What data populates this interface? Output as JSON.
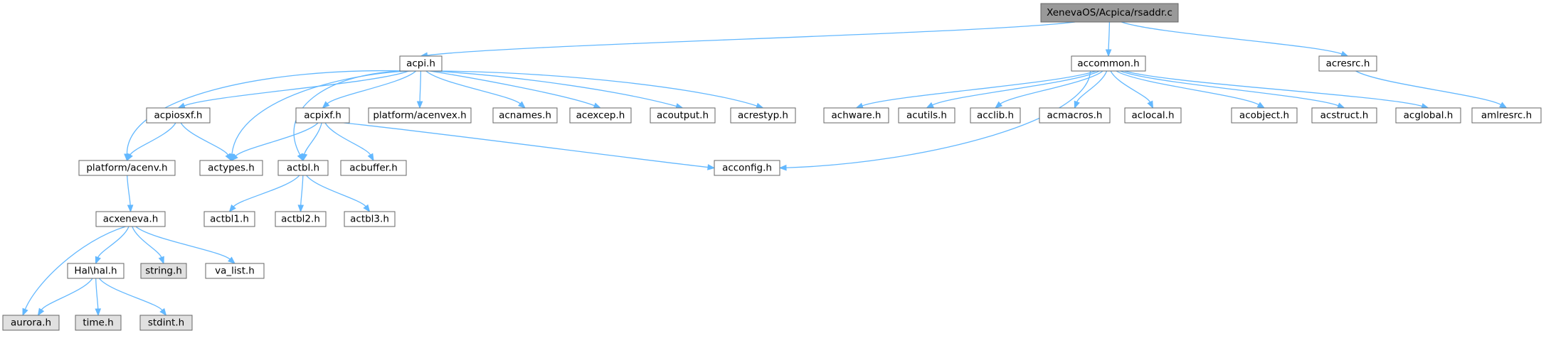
{
  "graph": {
    "root": "XenevaOS/Acpica/rsaddr.c",
    "colors": {
      "root_fill": "#999999",
      "node_fill": "#ffffff",
      "external_fill": "#e0e0e0",
      "border": "#666666",
      "edge": "#63b8ff"
    },
    "nodes": [
      {
        "id": "rsaddr",
        "label": "XenevaOS/Acpica/rsaddr.c",
        "kind": "root"
      },
      {
        "id": "acpi",
        "label": "acpi.h",
        "kind": "normal"
      },
      {
        "id": "accommon",
        "label": "accommon.h",
        "kind": "normal"
      },
      {
        "id": "acresrc",
        "label": "acresrc.h",
        "kind": "normal"
      },
      {
        "id": "acpiosxf",
        "label": "acpiosxf.h",
        "kind": "normal"
      },
      {
        "id": "acpixf",
        "label": "acpixf.h",
        "kind": "normal"
      },
      {
        "id": "acenvex",
        "label": "platform/acenvex.h",
        "kind": "normal"
      },
      {
        "id": "acnames",
        "label": "acnames.h",
        "kind": "normal"
      },
      {
        "id": "acexcep",
        "label": "acexcep.h",
        "kind": "normal"
      },
      {
        "id": "acoutput",
        "label": "acoutput.h",
        "kind": "normal"
      },
      {
        "id": "acrestyp",
        "label": "acrestyp.h",
        "kind": "normal"
      },
      {
        "id": "achware",
        "label": "achware.h",
        "kind": "normal"
      },
      {
        "id": "acutils",
        "label": "acutils.h",
        "kind": "normal"
      },
      {
        "id": "acclib",
        "label": "acclib.h",
        "kind": "normal"
      },
      {
        "id": "acmacros",
        "label": "acmacros.h",
        "kind": "normal"
      },
      {
        "id": "aclocal",
        "label": "aclocal.h",
        "kind": "normal"
      },
      {
        "id": "acobject",
        "label": "acobject.h",
        "kind": "normal"
      },
      {
        "id": "acstruct",
        "label": "acstruct.h",
        "kind": "normal"
      },
      {
        "id": "acglobal",
        "label": "acglobal.h",
        "kind": "normal"
      },
      {
        "id": "amlresrc",
        "label": "amlresrc.h",
        "kind": "normal"
      },
      {
        "id": "acenv",
        "label": "platform/acenv.h",
        "kind": "normal"
      },
      {
        "id": "actypes",
        "label": "actypes.h",
        "kind": "normal"
      },
      {
        "id": "actbl",
        "label": "actbl.h",
        "kind": "normal"
      },
      {
        "id": "acbuffer",
        "label": "acbuffer.h",
        "kind": "normal"
      },
      {
        "id": "acconfig",
        "label": "acconfig.h",
        "kind": "normal"
      },
      {
        "id": "acxeneva",
        "label": "acxeneva.h",
        "kind": "normal"
      },
      {
        "id": "actbl1",
        "label": "actbl1.h",
        "kind": "normal"
      },
      {
        "id": "actbl2",
        "label": "actbl2.h",
        "kind": "normal"
      },
      {
        "id": "actbl3",
        "label": "actbl3.h",
        "kind": "normal"
      },
      {
        "id": "halh",
        "label": "Hal\\hal.h",
        "kind": "normal"
      },
      {
        "id": "stringh",
        "label": "string.h",
        "kind": "external"
      },
      {
        "id": "valist",
        "label": "va_list.h",
        "kind": "normal"
      },
      {
        "id": "aurora",
        "label": "aurora.h",
        "kind": "external"
      },
      {
        "id": "timeh",
        "label": "time.h",
        "kind": "external"
      },
      {
        "id": "stdinth",
        "label": "stdint.h",
        "kind": "external"
      }
    ],
    "edges": [
      {
        "from": "rsaddr",
        "to": "acpi"
      },
      {
        "from": "rsaddr",
        "to": "accommon"
      },
      {
        "from": "rsaddr",
        "to": "acresrc"
      },
      {
        "from": "acpi",
        "to": "acenv"
      },
      {
        "from": "acpi",
        "to": "acpiosxf"
      },
      {
        "from": "acpi",
        "to": "actypes"
      },
      {
        "from": "acpi",
        "to": "actbl"
      },
      {
        "from": "acpi",
        "to": "acpixf"
      },
      {
        "from": "acpi",
        "to": "acenvex"
      },
      {
        "from": "acpi",
        "to": "acnames"
      },
      {
        "from": "acpi",
        "to": "acexcep"
      },
      {
        "from": "acpi",
        "to": "acoutput"
      },
      {
        "from": "acpi",
        "to": "acrestyp"
      },
      {
        "from": "accommon",
        "to": "achware"
      },
      {
        "from": "accommon",
        "to": "acutils"
      },
      {
        "from": "accommon",
        "to": "acclib"
      },
      {
        "from": "accommon",
        "to": "acconfig"
      },
      {
        "from": "accommon",
        "to": "acmacros"
      },
      {
        "from": "accommon",
        "to": "aclocal"
      },
      {
        "from": "accommon",
        "to": "acobject"
      },
      {
        "from": "accommon",
        "to": "acstruct"
      },
      {
        "from": "accommon",
        "to": "acglobal"
      },
      {
        "from": "acresrc",
        "to": "amlresrc"
      },
      {
        "from": "acpiosxf",
        "to": "acenv"
      },
      {
        "from": "acpiosxf",
        "to": "actypes"
      },
      {
        "from": "acpixf",
        "to": "actypes"
      },
      {
        "from": "acpixf",
        "to": "actbl"
      },
      {
        "from": "acpixf",
        "to": "acbuffer"
      },
      {
        "from": "acpixf",
        "to": "acconfig"
      },
      {
        "from": "acenv",
        "to": "acxeneva"
      },
      {
        "from": "actbl",
        "to": "actbl1"
      },
      {
        "from": "actbl",
        "to": "actbl2"
      },
      {
        "from": "actbl",
        "to": "actbl3"
      },
      {
        "from": "acxeneva",
        "to": "halh"
      },
      {
        "from": "acxeneva",
        "to": "stringh"
      },
      {
        "from": "acxeneva",
        "to": "valist"
      },
      {
        "from": "acxeneva",
        "to": "aurora"
      },
      {
        "from": "halh",
        "to": "aurora"
      },
      {
        "from": "halh",
        "to": "timeh"
      },
      {
        "from": "halh",
        "to": "stdinth"
      }
    ]
  }
}
